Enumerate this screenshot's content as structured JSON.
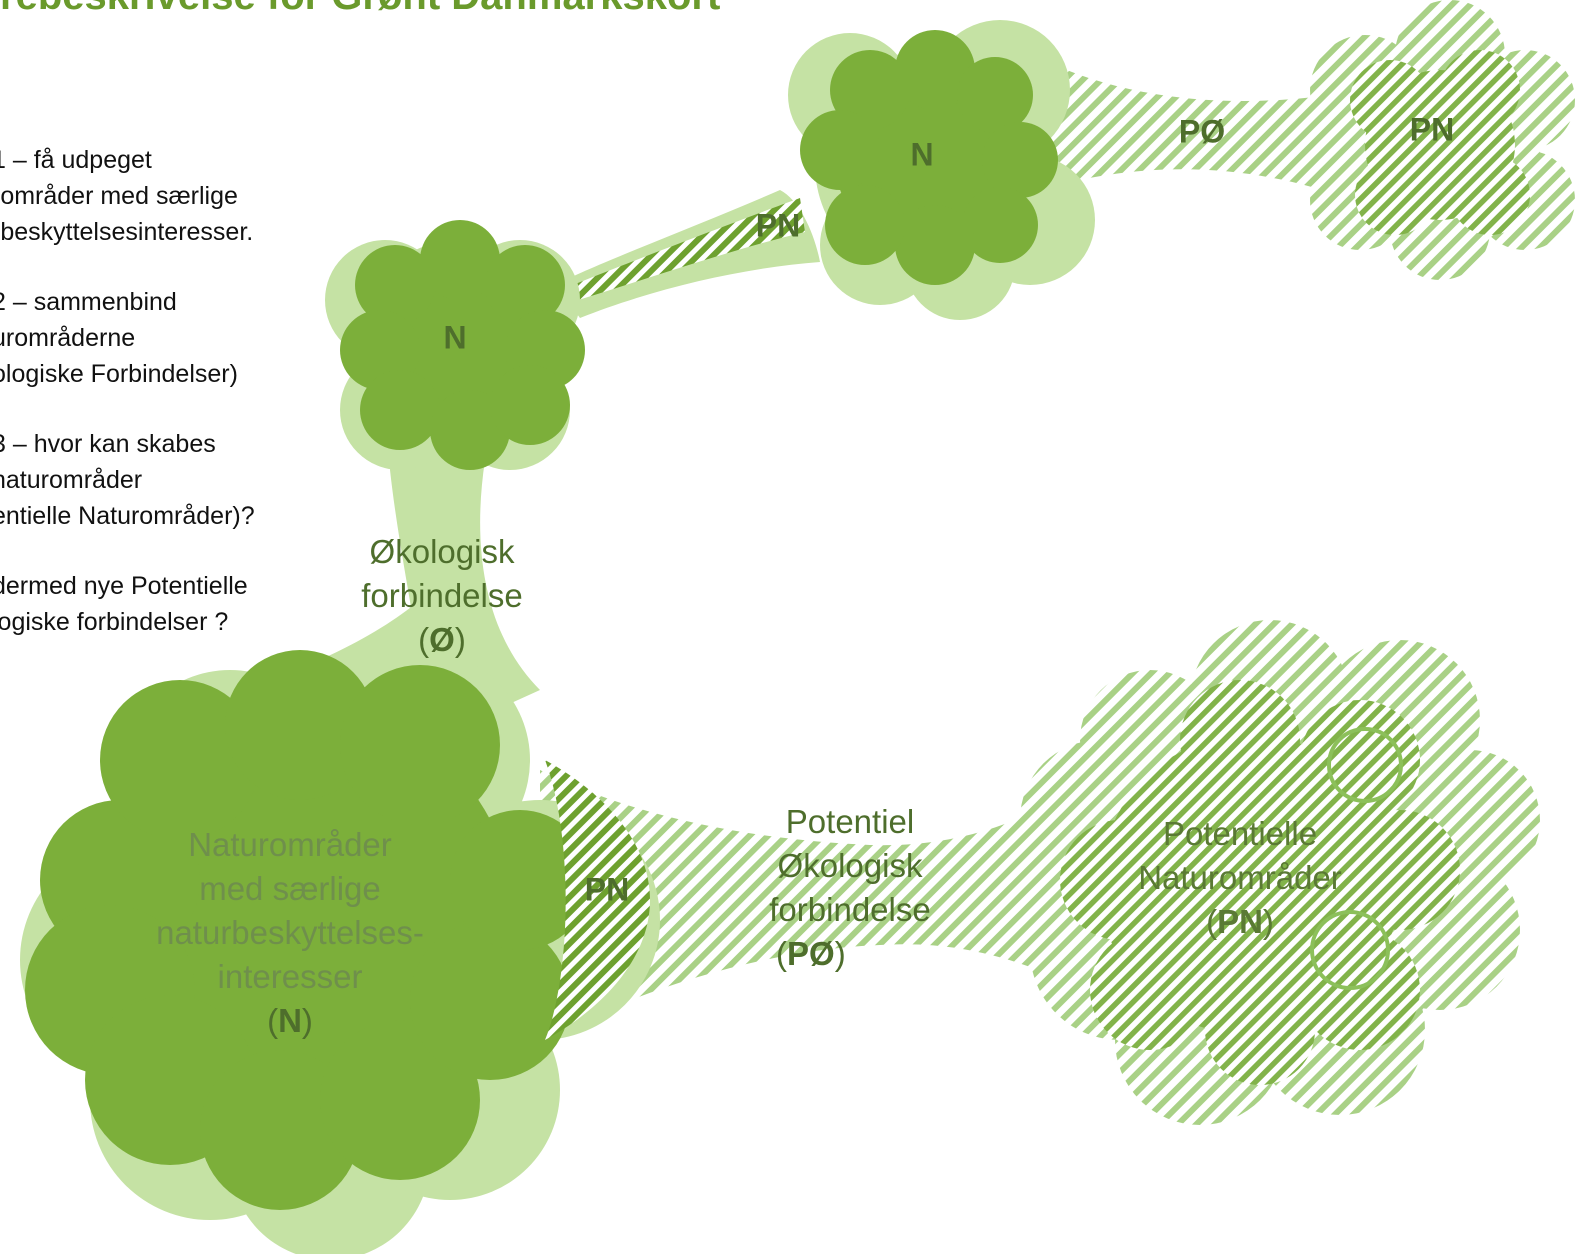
{
  "title": "rebeskrivelse for Grønt Danmarkskort",
  "steps": [
    {
      "lines": [
        "1 – få udpeget",
        "rområder med særlige",
        "rbeskyttelsesinteresser."
      ]
    },
    {
      "lines": [
        "2 – sammenbind",
        "urområderne",
        "ologiske Forbindelser)"
      ]
    },
    {
      "lines": [
        "3 – hvor kan skabes",
        "naturområder",
        "entielle Naturområder)?"
      ]
    },
    {
      "lines": [
        "dermed nye Potentielle",
        "logiske forbindelser ?"
      ]
    }
  ],
  "labels": {
    "eco_connection": [
      "Økologisk",
      "forbindelse",
      "(",
      "Ø",
      ")"
    ],
    "nature_areas": [
      "Naturområder",
      "med særlige",
      "naturbeskyttelses-",
      "interesser",
      "(",
      "N",
      ")"
    ],
    "potential_eco_connection": [
      "Potentiel",
      "Økologisk",
      "forbindelse",
      "(",
      "PØ",
      ")"
    ],
    "potential_nature_areas": [
      "Potentielle",
      "Naturområder",
      "(",
      "PN",
      ")"
    ]
  },
  "tags": {
    "n_top": "N",
    "n_mid": "N",
    "pn_upper_link": "PN",
    "po_upper_link": "PØ",
    "pn_top_right": "PN",
    "pn_lower_link": "PN"
  },
  "colors": {
    "light_green": "#c5e2a4",
    "dark_green": "#7caf3a",
    "hatch_stripe": "#a9d186",
    "text_green": "#6a9a2c"
  }
}
